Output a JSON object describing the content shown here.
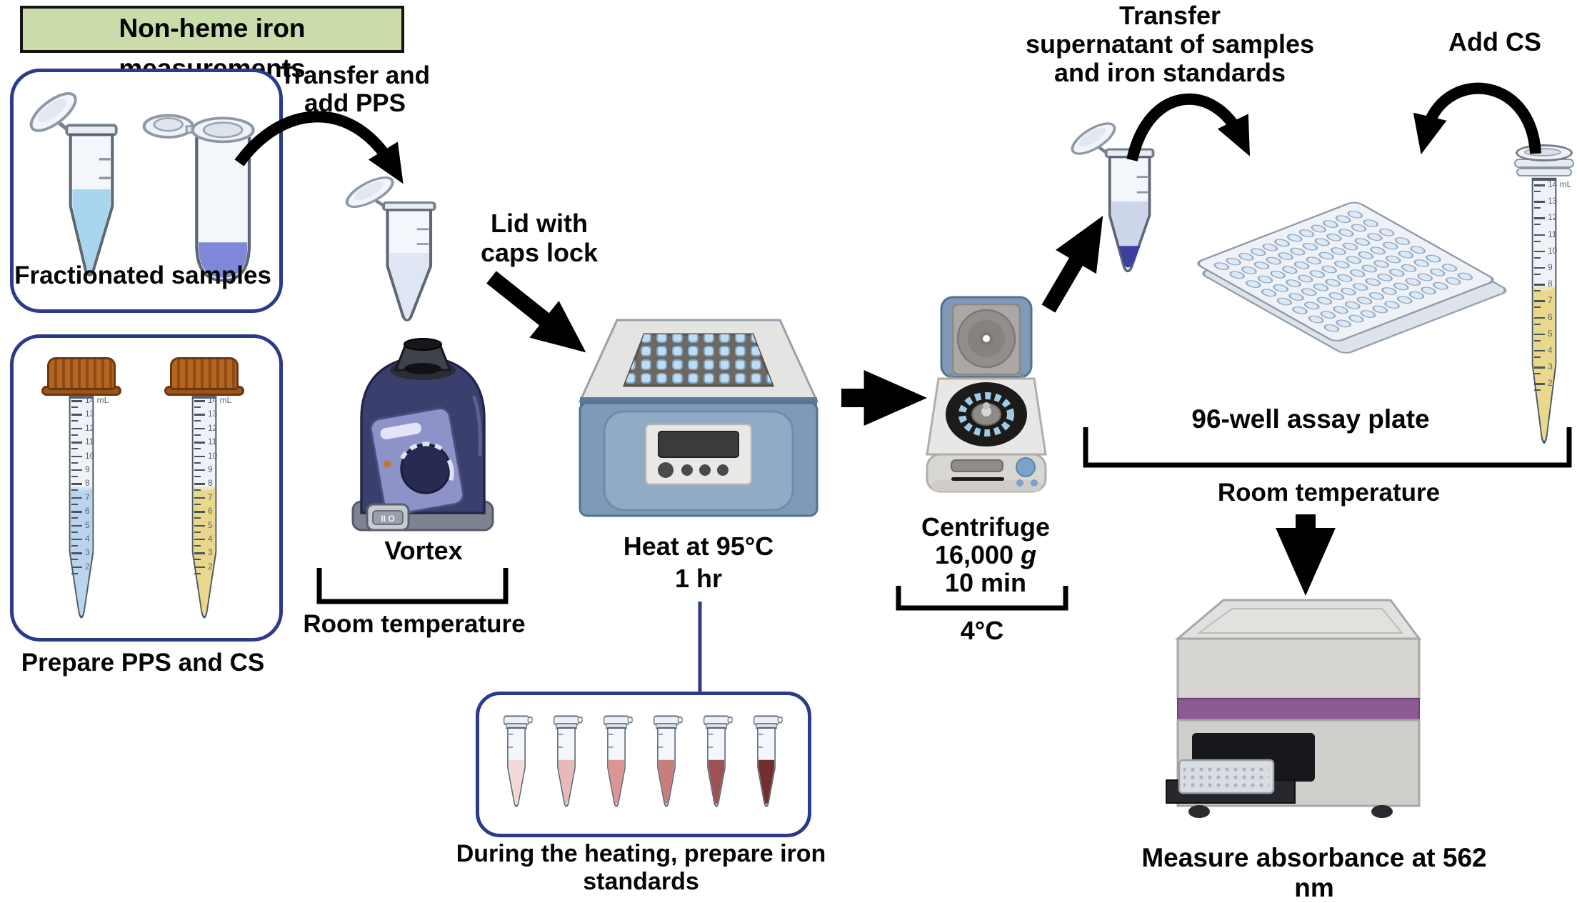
{
  "title": "Non-heme iron measurements",
  "colors": {
    "title_bg": "#c9dcaa",
    "box_border": "#2b3a8c",
    "connector_blue": "#2b3a8c",
    "sample_liquid_blue": "#a9d5ef",
    "sample_pellet_purple": "#7f88d8",
    "vortex_tube_liquid": "#dde6f2",
    "pps_liquid": "#b9d4ec",
    "cs_liquid": "#e9d78c",
    "supernatant_liquid": "#ccd5ea",
    "supernatant_pellet": "#3c3f9d",
    "reader_band": "#8e5a96"
  },
  "fractionated": {
    "label": "Fractionated samples"
  },
  "prepare": {
    "label": "Prepare PPS and CS"
  },
  "transfer_pps": {
    "line1": "Transfer and",
    "line2": "add PPS"
  },
  "lid_caps": {
    "line1": "Lid with",
    "line2": "caps lock"
  },
  "vortex": {
    "label": "Vortex",
    "condition": "Room temperature",
    "switch_label": "II O"
  },
  "heat": {
    "line1": "Heat at 95°C",
    "line2": "1 hr"
  },
  "standards": {
    "label": "During the heating, prepare iron standards",
    "tube_colors": [
      "#f3d8d8",
      "#e9b9b9",
      "#dd9494",
      "#c97e7e",
      "#9d5252",
      "#722f2f"
    ]
  },
  "centrifuge": {
    "name": "Centrifuge",
    "speed": "16,000",
    "speed_unit": "g",
    "time": "10 min",
    "condition": "4°C"
  },
  "transfer_sup": {
    "line1": "Transfer",
    "line2": "supernatant of samples",
    "line3": "and iron standards"
  },
  "assay_plate": {
    "label": "96-well assay plate",
    "condition": "Room temperature",
    "wells": 96
  },
  "add_cs": {
    "label": "Add CS"
  },
  "reader": {
    "label": "Measure absorbance at 562 nm"
  },
  "tube_scale": {
    "ticks": [
      "14 mL",
      "13",
      "12",
      "11",
      "10",
      "9",
      "8",
      "7",
      "6",
      "5",
      "4",
      "3",
      "2"
    ]
  }
}
